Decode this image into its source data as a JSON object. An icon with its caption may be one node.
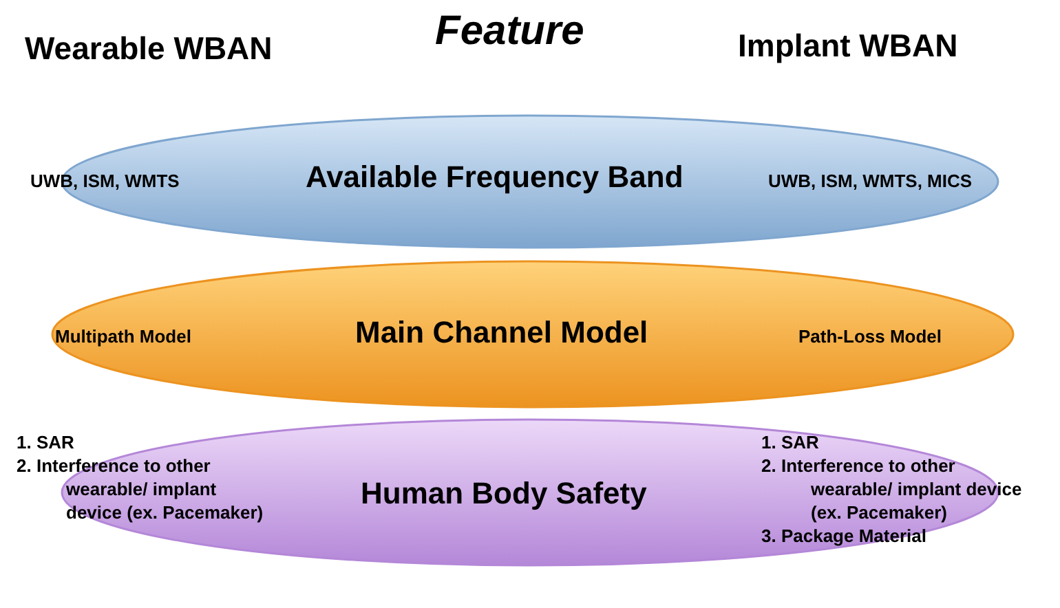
{
  "diagram": {
    "title": "Feature",
    "nodes": [
      {
        "text": [
          "UWB, ISM, WMTS",
          "Available Frequency Band",
          "UWB, ISM, WMTS, MICS"
        ]
      },
      {
        "text": [
          "Multipath Model",
          "Main Channel Model",
          "Path-Loss Model"
        ]
      },
      {
        "text": [
          "1. SAR",
          "2. Interference to other wearable/ implant device (ex. Pacemaker)",
          "Human Body Safety",
          "1. SAR",
          "2. Interference to other wearable/ implant device (ex. Pacemaker)",
          "3. Package Material"
        ]
      }
    ],
    "labels": [
      "Wearable WBAN",
      "Implant WBAN"
    ]
  }
}
